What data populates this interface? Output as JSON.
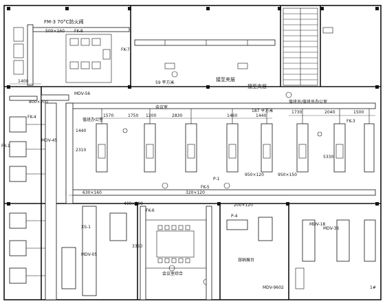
{
  "drawing": {
    "labels": [
      {
        "text": "FM-3 70°C防火阀"
      },
      {
        "text": "500×160"
      },
      {
        "text": "FK-8"
      },
      {
        "text": "FK-7"
      },
      {
        "text": "FK-6"
      },
      {
        "text": "FK-5"
      },
      {
        "text": "FK-4"
      },
      {
        "text": "FK-3"
      },
      {
        "text": "FK-1"
      },
      {
        "text": "MDV-56"
      },
      {
        "text": "MDV-45"
      },
      {
        "text": "MDV-05"
      },
      {
        "text": "MDV-36"
      },
      {
        "text": "MDV-18"
      },
      {
        "text": "MDV-9602"
      },
      {
        "text": "1400"
      },
      {
        "text": "800×200"
      },
      {
        "text": "1570"
      },
      {
        "text": "1750"
      },
      {
        "text": "1200"
      },
      {
        "text": "2830"
      },
      {
        "text": "1730"
      },
      {
        "text": "2040"
      },
      {
        "text": "1500"
      },
      {
        "text": "1440"
      },
      {
        "text": "1460"
      },
      {
        "text": "2310"
      },
      {
        "text": "1440"
      },
      {
        "text": "3350"
      },
      {
        "text": "5330"
      },
      {
        "text": "630×160"
      },
      {
        "text": "320×120"
      },
      {
        "text": "200×120"
      },
      {
        "text": "400×200"
      },
      {
        "text": "950×120"
      },
      {
        "text": "950×150"
      },
      {
        "text": "59 平方米"
      },
      {
        "text": "187 平方米"
      },
      {
        "text": "接至夹层"
      },
      {
        "text": "接至夹层"
      },
      {
        "text": "值班办公室"
      },
      {
        "text": "会议室"
      },
      {
        "text": "会议室综合"
      },
      {
        "text": "容纳展台"
      },
      {
        "text": "值班员/值班员办公室"
      },
      {
        "text": "XS-1"
      },
      {
        "text": "P-1"
      },
      {
        "text": "P-4"
      },
      {
        "text": "1#"
      }
    ]
  }
}
